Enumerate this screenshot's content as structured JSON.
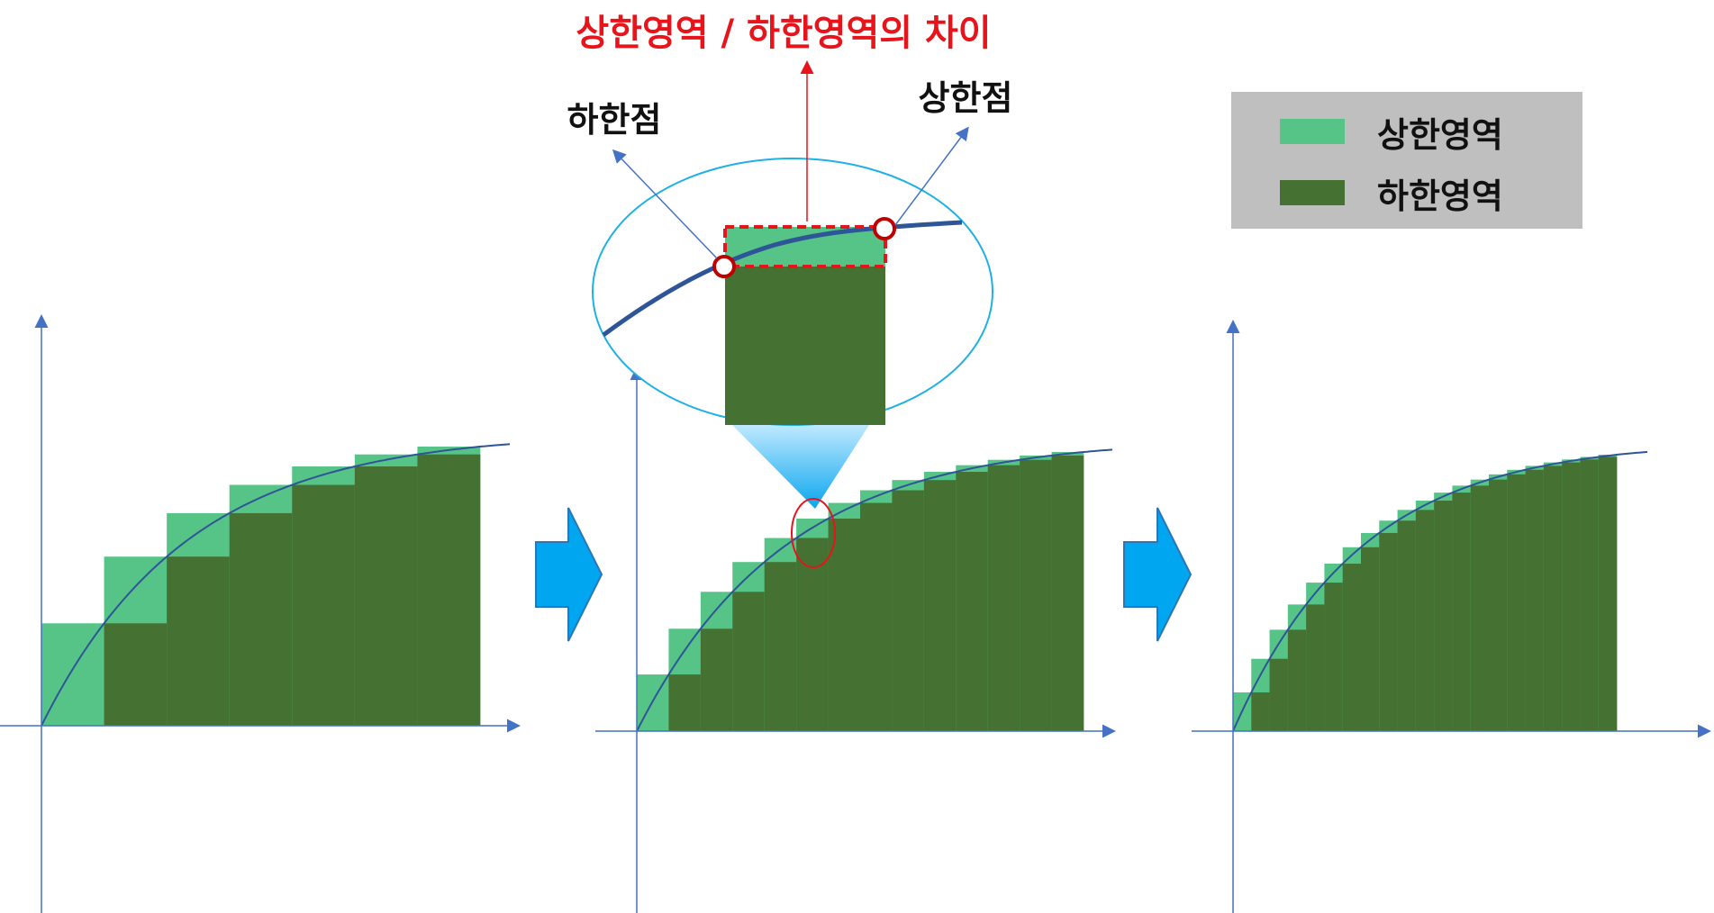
{
  "title": "상한영역 / 하한영역의 차이",
  "lower_point_label": "하한점",
  "upper_point_label": "상한점",
  "legend": {
    "upper": {
      "label": "상한영역",
      "color": "#55c486"
    },
    "lower": {
      "label": "하한영역",
      "color": "#457233"
    }
  },
  "colors": {
    "curve": "#2e5597",
    "axis": "#4472c4",
    "highlight": "#e8141c",
    "arrow_fill": "#00a6f0",
    "arrow_stroke": "#2e75b6"
  },
  "panels": [
    {
      "name": "panel-4-steps",
      "steps": 7
    },
    {
      "name": "panel-more-steps",
      "steps": 14
    },
    {
      "name": "panel-many-steps",
      "steps": 21
    }
  ]
}
